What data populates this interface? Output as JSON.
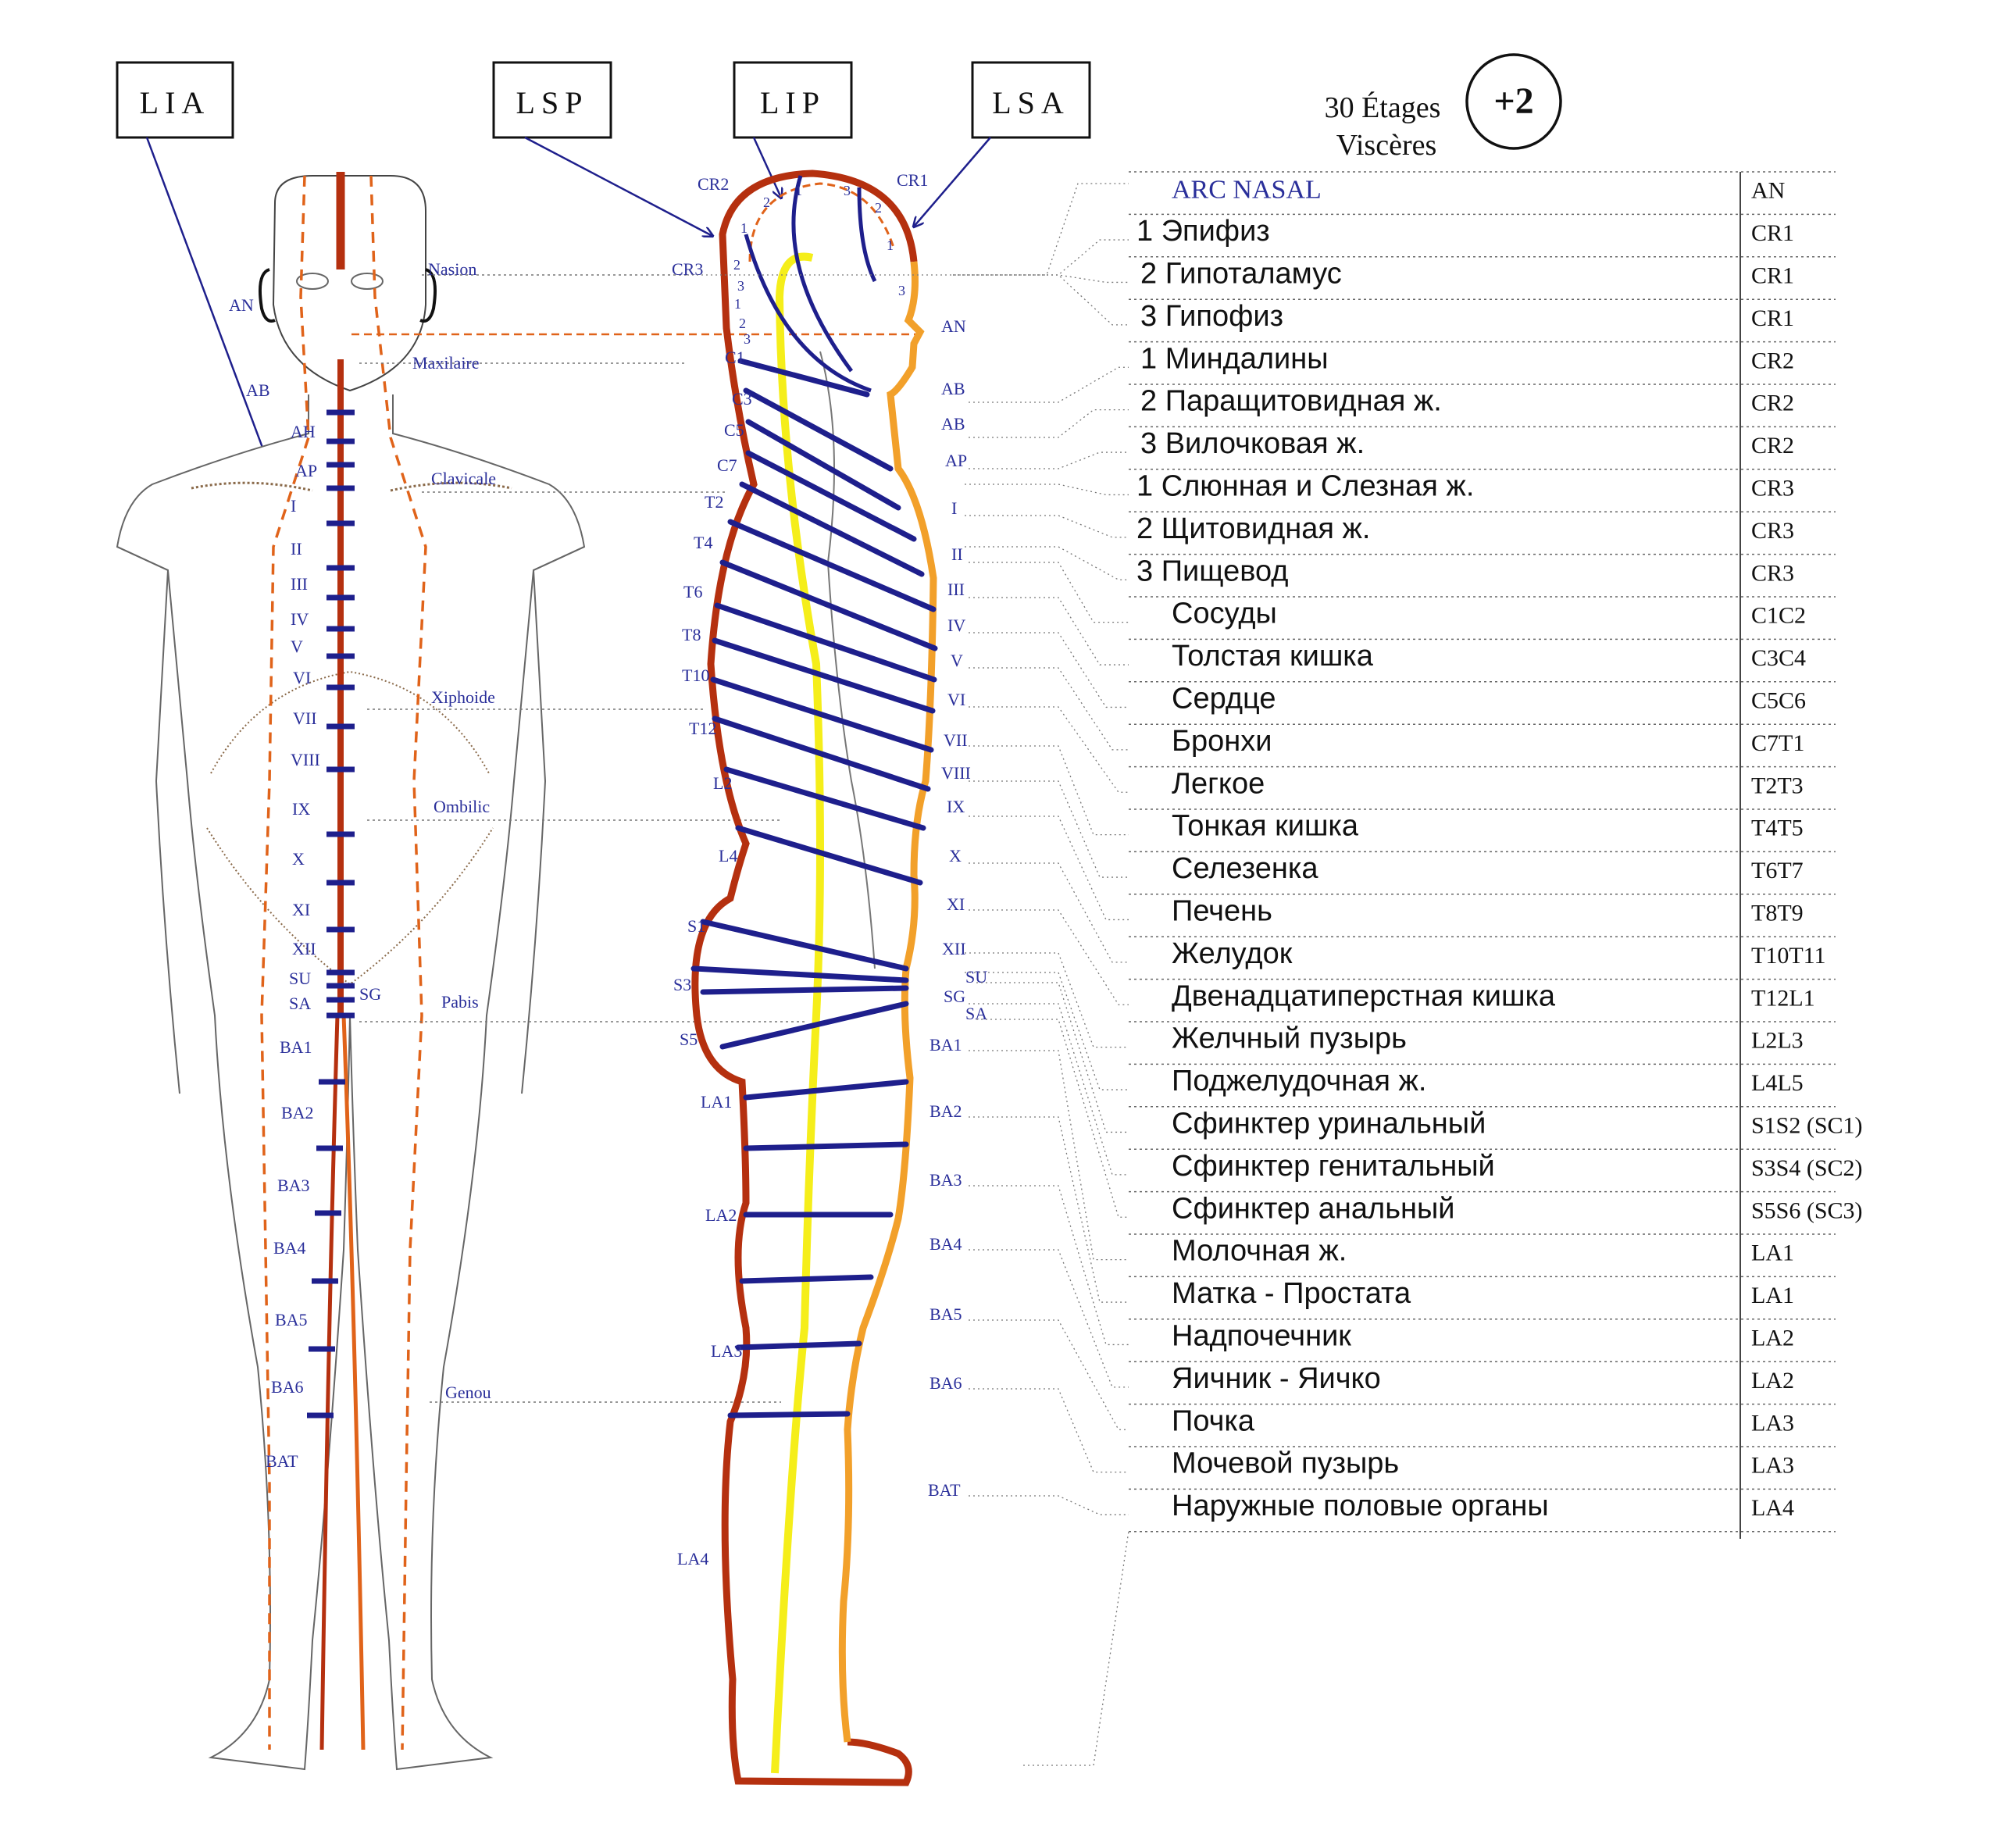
{
  "colors": {
    "background": "#ffffff",
    "meridian_dark": "#b5300f",
    "meridian_orange": "#e0631a",
    "meridian_amber": "#f2a02a",
    "meridian_yellow": "#f5ee1a",
    "segment_blue": "#1e1f8c",
    "label_blue": "#2a2f9a",
    "guide_dotted": "#555555",
    "text_black": "#111111"
  },
  "top_boxes": [
    "LIA",
    "LSP",
    "LIP",
    "LSA"
  ],
  "header": {
    "line1": "30 Étages",
    "line2": "Viscères",
    "badge": "+2"
  },
  "front_figure": {
    "landmarks": [
      "Nasion",
      "Maxilaire",
      "Clavicale",
      "Xiphoide",
      "Ombilic",
      "Pabis",
      "Genou"
    ],
    "segment_labels": [
      "AN",
      "AB",
      "AH",
      "AP",
      "I",
      "II",
      "III",
      "IV",
      "V",
      "VI",
      "VII",
      "VIII",
      "IX",
      "X",
      "XI",
      "XII",
      "SU",
      "SA",
      "SG",
      "BA1",
      "BA2",
      "BA3",
      "BA4",
      "BA5",
      "BA6",
      "BAT"
    ]
  },
  "side_figure": {
    "back_labels": [
      "CR2",
      "CR3",
      "C1",
      "C3",
      "C5",
      "C7",
      "T2",
      "T4",
      "T6",
      "T8",
      "T10",
      "T12",
      "L2",
      "L4",
      "S1",
      "S3",
      "S5",
      "LA1",
      "LA2",
      "LA3",
      "LA4"
    ],
    "head_numbers_back": [
      "1",
      "2",
      "3",
      "1",
      "2",
      "3"
    ],
    "head_numbers_top": [
      "1",
      "2",
      "3",
      "2",
      "1",
      "3"
    ],
    "front_labels": [
      "CR1",
      "AN",
      "AB",
      "AB",
      "AP",
      "I",
      "II",
      "III",
      "IV",
      "V",
      "VI",
      "VII",
      "VIII",
      "IX",
      "X",
      "XI",
      "XII",
      "SU",
      "SG",
      "SA",
      "BA1",
      "BA2",
      "BA3",
      "BA4",
      "BA5",
      "BA6",
      "BAT"
    ]
  },
  "table": {
    "rows": [
      {
        "organ": "ARC NASAL",
        "code": "AN"
      },
      {
        "organ": "1 Эпифиз",
        "code": "CR1"
      },
      {
        "organ": "2 Гипоталамус",
        "code": "CR1"
      },
      {
        "organ": "3 Гипофиз",
        "code": "CR1"
      },
      {
        "organ": "1 Миндалины",
        "code": "CR2"
      },
      {
        "organ": "2 Паращитовидная ж.",
        "code": "CR2"
      },
      {
        "organ": "3 Вилочковая ж.",
        "code": "CR2"
      },
      {
        "organ": "1 Слюнная и Слезная ж.",
        "code": "CR3"
      },
      {
        "organ": "2 Щитовидная ж.",
        "code": "CR3"
      },
      {
        "organ": "3 Пищевод",
        "code": "CR3"
      },
      {
        "organ": "Сосуды",
        "code": "C1C2"
      },
      {
        "organ": "Толстая кишка",
        "code": "C3C4"
      },
      {
        "organ": "Сердце",
        "code": "C5C6"
      },
      {
        "organ": "Бронхи",
        "code": "C7T1"
      },
      {
        "organ": "Легкое",
        "code": "T2T3"
      },
      {
        "organ": "Тонкая кишка",
        "code": "T4T5"
      },
      {
        "organ": "Селезенка",
        "code": "T6T7"
      },
      {
        "organ": "Печень",
        "code": "T8T9"
      },
      {
        "organ": "Желудок",
        "code": "T10T11"
      },
      {
        "organ": "Двенадцатиперстная кишка",
        "code": "T12L1"
      },
      {
        "organ": "Желчный пузырь",
        "code": "L2L3"
      },
      {
        "organ": "Поджелудочная ж.",
        "code": "L4L5"
      },
      {
        "organ": "Сфинктер уринальный",
        "code": "S1S2 (SC1)"
      },
      {
        "organ": "Сфинктер генитальный",
        "code": "S3S4 (SC2)"
      },
      {
        "organ": "Сфинктер анальный",
        "code": "S5S6 (SC3)"
      },
      {
        "organ": "Молочная ж.",
        "code": "LA1"
      },
      {
        "organ": "Матка - Простата",
        "code": "LA1"
      },
      {
        "organ": "Надпочечник",
        "code": "LA2"
      },
      {
        "organ": "Яичник - Яичко",
        "code": "LA2"
      },
      {
        "organ": "Почка",
        "code": "LA3"
      },
      {
        "organ": "Мочевой пузырь",
        "code": "LA3"
      },
      {
        "organ": "Наружные половые органы",
        "code": "LA4"
      }
    ]
  }
}
